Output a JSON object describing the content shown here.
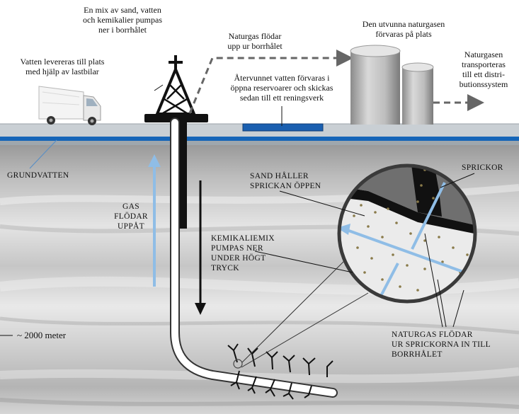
{
  "labels": {
    "mix_line1": "En mix  av sand, vatten",
    "mix_line2": "och kemikalier  pumpas",
    "mix_line3": "ner i borrhålet",
    "water_delivery_line1": "Vatten levereras till plats",
    "water_delivery_line2": "med hjälp av lastbilar",
    "gas_flows_up_line1": "Naturgas flödar",
    "gas_flows_up_line2": "upp ur borrhålet",
    "stored_line1": "Den utvunna naturgasen",
    "stored_line2": "förvaras på plats",
    "transport_line1": "Naturgasen",
    "transport_line2": "transporteras",
    "transport_line3": "till ett distri-",
    "transport_line4": "butionssystem",
    "recycled_line1": "Återvunnet vatten förvaras i",
    "recycled_line2": "öppna reservoarer och skickas",
    "recycled_line3": "sedan till  ett reningsverk",
    "groundwater": "GRUNDVATTEN",
    "gas_up_line1": "GAS",
    "gas_up_line2": "FLÖDAR",
    "gas_up_line3": "UPPÅT",
    "chem_line1": "KEMIKALIEMIX",
    "chem_line2": "PUMPAS NER",
    "chem_line3": "UNDER  HÖGT",
    "chem_line4": "TRYCK",
    "sand_line1": "SAND HÅLLER",
    "sand_line2": "SPRICKAN  ÖPPEN",
    "cracks": "SPRICKOR",
    "gas_from_cracks_line1": "NATURGAS FLÖDAR",
    "gas_from_cracks_line2": "UR SPRICKORNA  IN  TILL",
    "gas_from_cracks_line3": "BORRHÅLET",
    "depth": "~ 2000 meter"
  },
  "colors": {
    "groundwater": "#1565b8",
    "arrow_light_blue": "#8fbde6",
    "reservoir": "#1a5fb0",
    "surface": "#c9cfd4",
    "rock_dark": "#6e6e6e"
  }
}
